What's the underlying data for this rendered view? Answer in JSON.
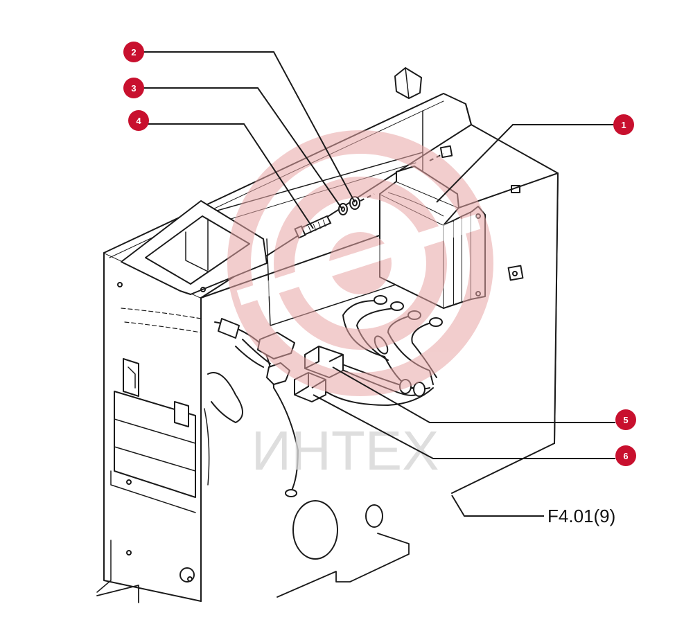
{
  "figure_label": "F4.01(9)",
  "watermark": {
    "text": "ИНТЕХ"
  },
  "callouts": [
    "1",
    "2",
    "3",
    "4",
    "5",
    "6"
  ],
  "colors": {
    "callout": "#c8102e",
    "line": "#1a1a1a",
    "watermark": "#e8a6a6"
  }
}
